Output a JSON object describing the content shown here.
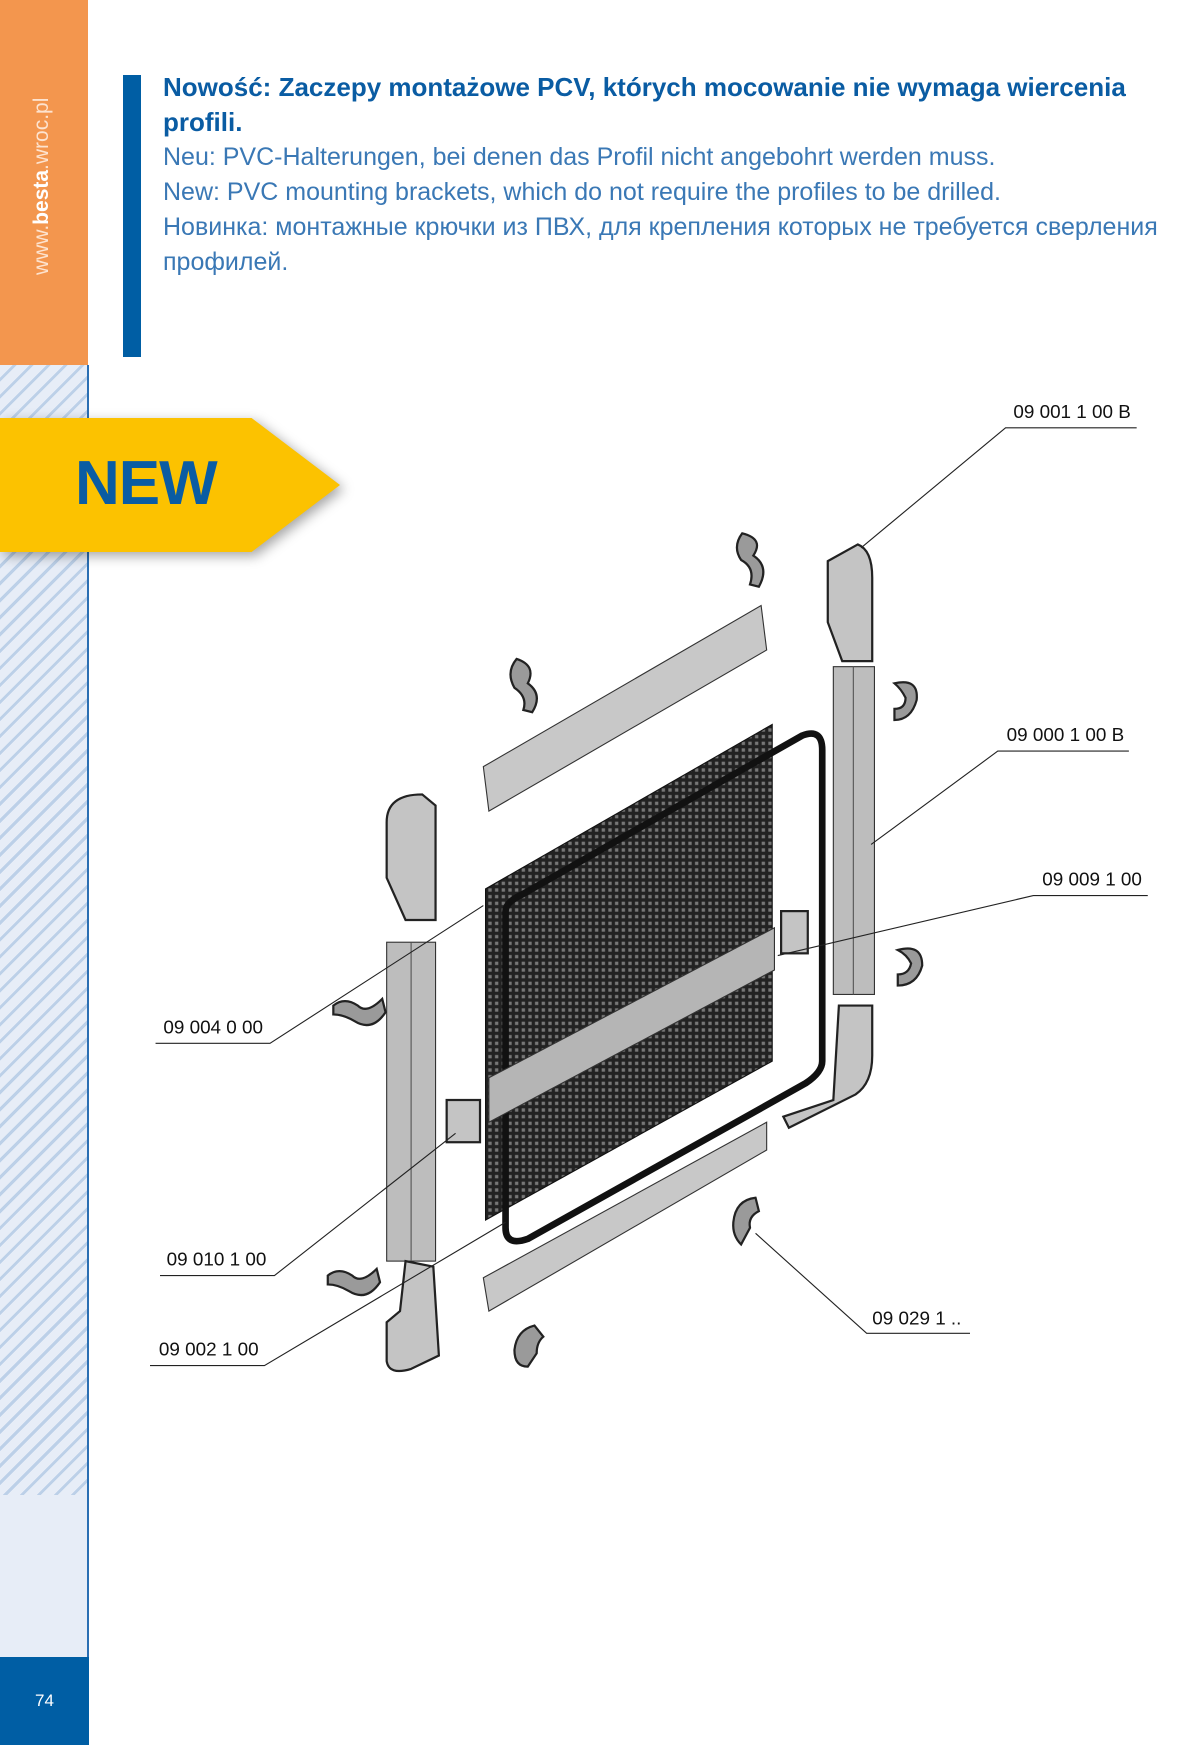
{
  "sidebar": {
    "url_prefix": "www.",
    "url_brand": "besta",
    "url_suffix": ".wroc.pl",
    "page_number": "74"
  },
  "heading": {
    "title": "Nowość: Zaczepy montażowe PCV, których mocowanie nie wymaga wiercenia profili.",
    "de": "Neu: PVC-Halterungen, bei denen das Profil nicht angebohrt werden muss.",
    "en": "New: PVC mounting brackets, which do not require the profiles to be drilled.",
    "ru": "Новинка: монтажные крючки из ПВХ, для крепления которых не требуется сверления профилей."
  },
  "badge": {
    "label": "NEW"
  },
  "parts": {
    "corner_top_right": "09 001 1 00 B",
    "vertical_profile": "09 000 1 00 B",
    "crossbar": "09 009 1 00",
    "mesh": "09 004 0 00",
    "bracket": "09 010 1 00",
    "corner": "09 002 1 00",
    "clip": "09 029 1 .."
  },
  "colors": {
    "orange": "#f3964e",
    "blue": "#005ea4",
    "yellow": "#fcc200"
  }
}
